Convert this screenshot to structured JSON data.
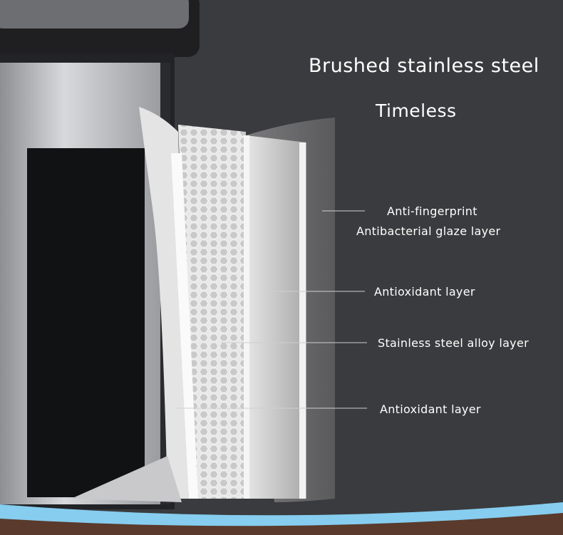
{
  "headline": "Brushed stainless steel",
  "subheadline": "Timeless",
  "layers": [
    {
      "label_line1": "Anti-fingerprint",
      "label_line2": "Antibacterial glaze layer"
    },
    {
      "label": "Antioxidant layer"
    },
    {
      "label": "Stainless steel alloy layer"
    },
    {
      "label": "Antioxidant layer"
    }
  ],
  "colors": {
    "background": "#3a3b3e",
    "accent_band": "#86cdef",
    "floor": "#5a3a2c"
  }
}
